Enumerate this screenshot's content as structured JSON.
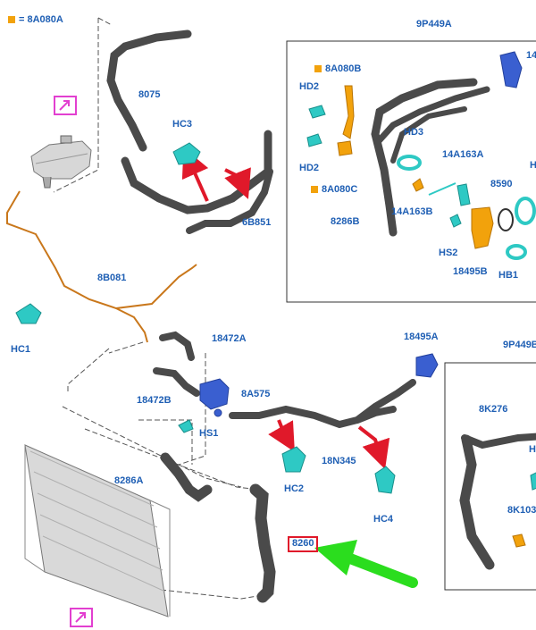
{
  "legend": {
    "text": "= 8A080A",
    "color": "#f2a20c"
  },
  "colors": {
    "label": "#1f5fb4",
    "hose": "#4a4a4a",
    "highlight_box": "#e0192a",
    "clip_cyan": "#2ec9c4",
    "valve_blue": "#3a5fd0",
    "sensor_orange": "#f2a20c",
    "callout_arrow": "#e0192a",
    "pointer_green": "#2bdd1e",
    "link_icon": "#e23fd0",
    "fuel_line": "#c9771b"
  },
  "labels": {
    "p8075": "8075",
    "hc3": "HC3",
    "p6b851": "6B851",
    "p8b081": "8B081",
    "hc1": "HC1",
    "p18472a": "18472A",
    "p18472b": "18472B",
    "p8a575": "8A575",
    "hs1": "HS1",
    "p8286a": "8286A",
    "p18495a": "18495A",
    "p18n345": "18N345",
    "hc2": "HC2",
    "hc4": "HC4",
    "p8260": "8260",
    "panel1_title": "9P449A",
    "p8a080b": "8A080B",
    "hd2_top": "HD2",
    "hd2_bottom": "HD2",
    "p8a080c": "8A080C",
    "p8286b": "8286B",
    "hd3": "HD3",
    "p14a163a": "14A163A",
    "p14a163b": "14A163B",
    "p8590": "8590",
    "hs2": "HS2",
    "p18495b": "18495B",
    "hb1": "HB1",
    "p14_cut": "14",
    "h_cut1": "H",
    "panel2_title": "9P449B",
    "p8k276": "8K276",
    "h_cut2": "H",
    "p8k103": "8K103"
  }
}
